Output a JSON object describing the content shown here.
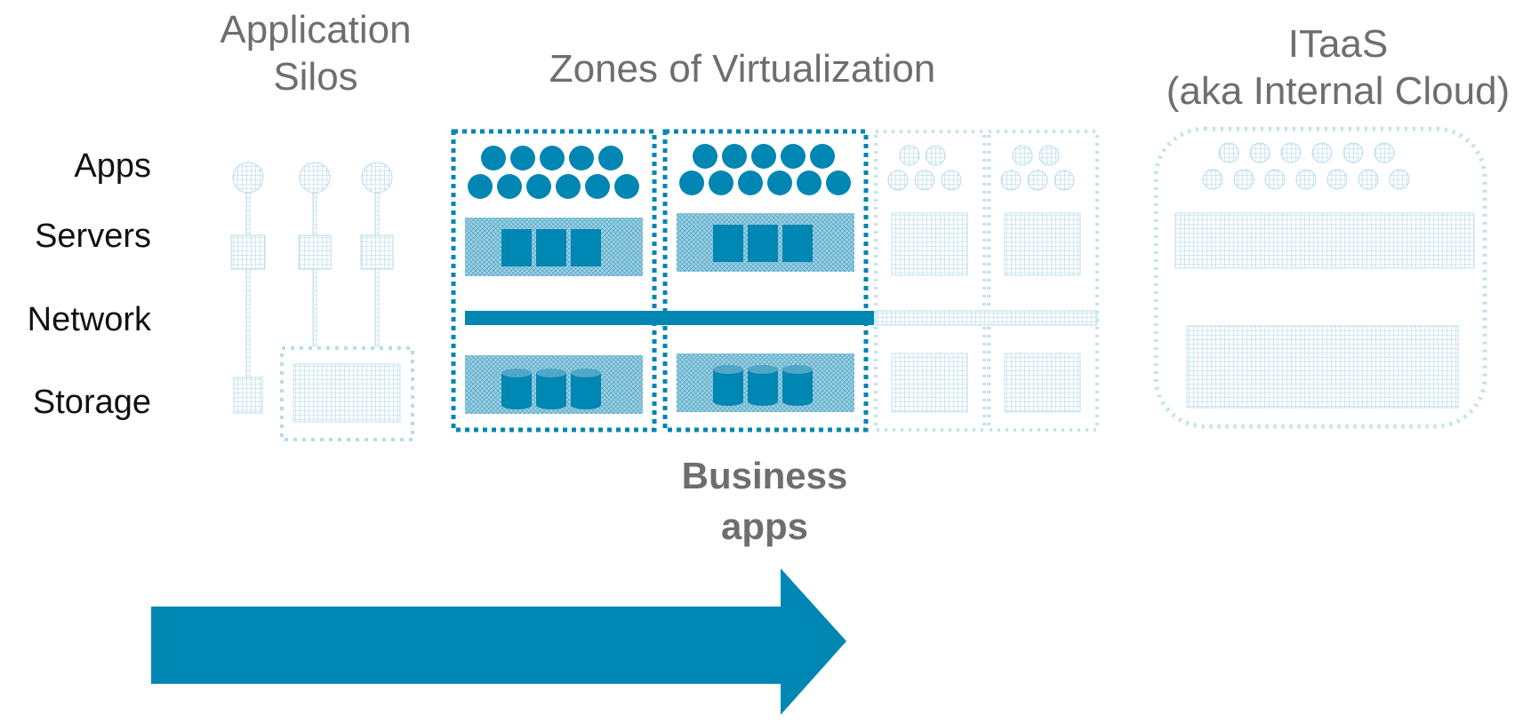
{
  "headings": {
    "silos_line1": "Application",
    "silos_line2": "Silos",
    "zones": "Zones of Virtualization",
    "itaas_line1": "ITaaS",
    "itaas_line2": "(aka Internal Cloud)"
  },
  "rows": {
    "apps": "Apps",
    "servers": "Servers",
    "network": "Network",
    "storage": "Storage"
  },
  "callout": {
    "line1": "Business",
    "line2": "apps"
  },
  "colors": {
    "primary": "#0086b3",
    "faded": "#b9dbe9",
    "heading_text": "#6e6e6e",
    "row_text": "#111111"
  },
  "icons": [
    "app-circle-icon",
    "server-box-icon",
    "storage-cylinder-icon",
    "network-bar-icon",
    "progress-arrow-icon"
  ]
}
